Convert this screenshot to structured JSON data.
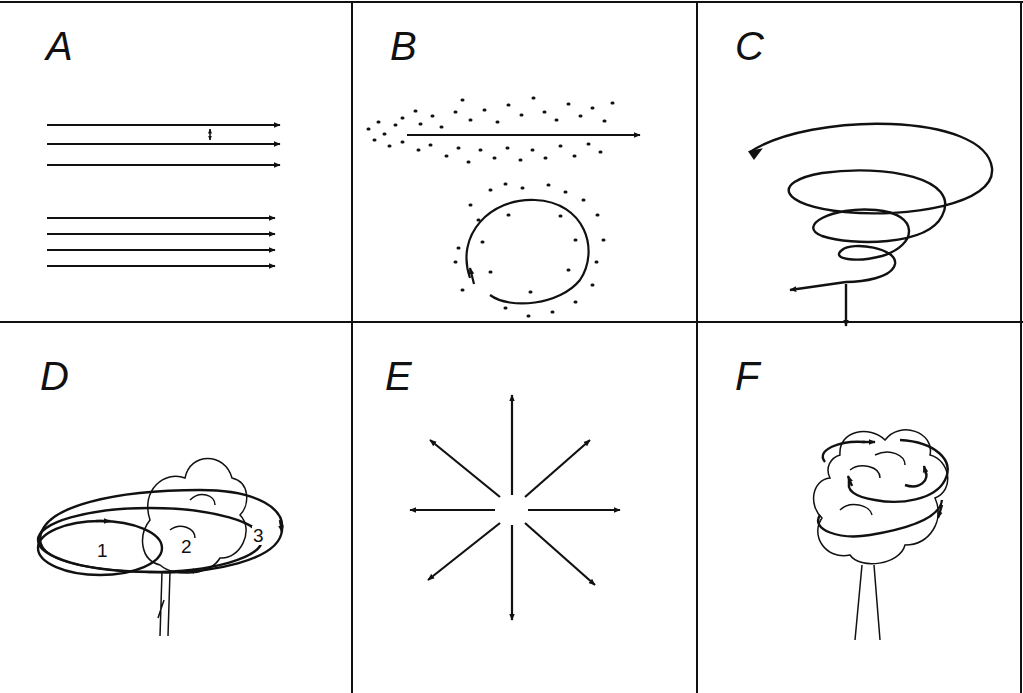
{
  "diagram": {
    "labels": [
      "A",
      "B",
      "C",
      "D",
      "E",
      "F",
      "1",
      "2",
      "3"
    ]
  }
}
